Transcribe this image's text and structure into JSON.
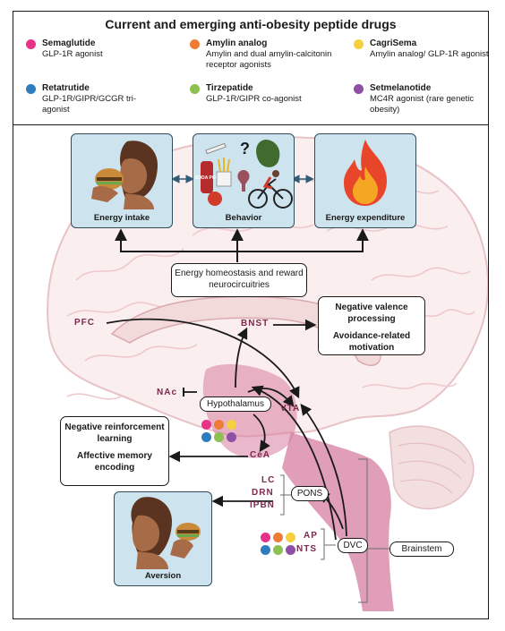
{
  "legend": {
    "title": "Current and emerging anti-obesity peptide drugs",
    "drugs": [
      {
        "name": "Semaglutide",
        "desc": "GLP-1R agonist",
        "color": "#e8328a"
      },
      {
        "name": "Amylin analog",
        "desc": "Amylin and dual amylin-calcitonin receptor agonists",
        "color": "#ee7b36"
      },
      {
        "name": "CagriSema",
        "desc": "Amylin analog/ GLP-1R agonist",
        "color": "#f5cf3d"
      },
      {
        "name": "Retatrutide",
        "desc": "GLP-1R/GIPR/GCGR tri-agonist",
        "color": "#2e7dbf"
      },
      {
        "name": "Tirzepatide",
        "desc": "GLP-1R/GIPR co-agonist",
        "color": "#8cc152"
      },
      {
        "name": "Setmelanotide",
        "desc": "MC4R agonist (rare genetic obesity)",
        "color": "#8e4fa6"
      }
    ]
  },
  "panels": {
    "energy_intake": "Energy intake",
    "behavior": "Behavior",
    "energy_expenditure": "Energy expenditure",
    "aversion": "Aversion",
    "soda_label": "SODA POP"
  },
  "boxes": {
    "homeostasis": "Energy homeostasis and reward neurocircuitries",
    "negative_valence": "Negative valence processing",
    "avoidance": "Avoidance-related motivation",
    "negative_reinforcement": "Negative reinforcement learning",
    "affective_memory": "Affective memory encoding",
    "hypothalamus": "Hypothalamus",
    "pons": "PONS",
    "dvc": "DVC",
    "brainstem": "Brainstem"
  },
  "regions": {
    "pfc": "PFC",
    "bnst": "BNST",
    "nac": "NAc",
    "vta": "VTA",
    "cea": "CeA",
    "lc": "LC",
    "drn": "DRN",
    "lpbn": "lPBN",
    "ap": "AP",
    "nts": "NTS"
  }
}
